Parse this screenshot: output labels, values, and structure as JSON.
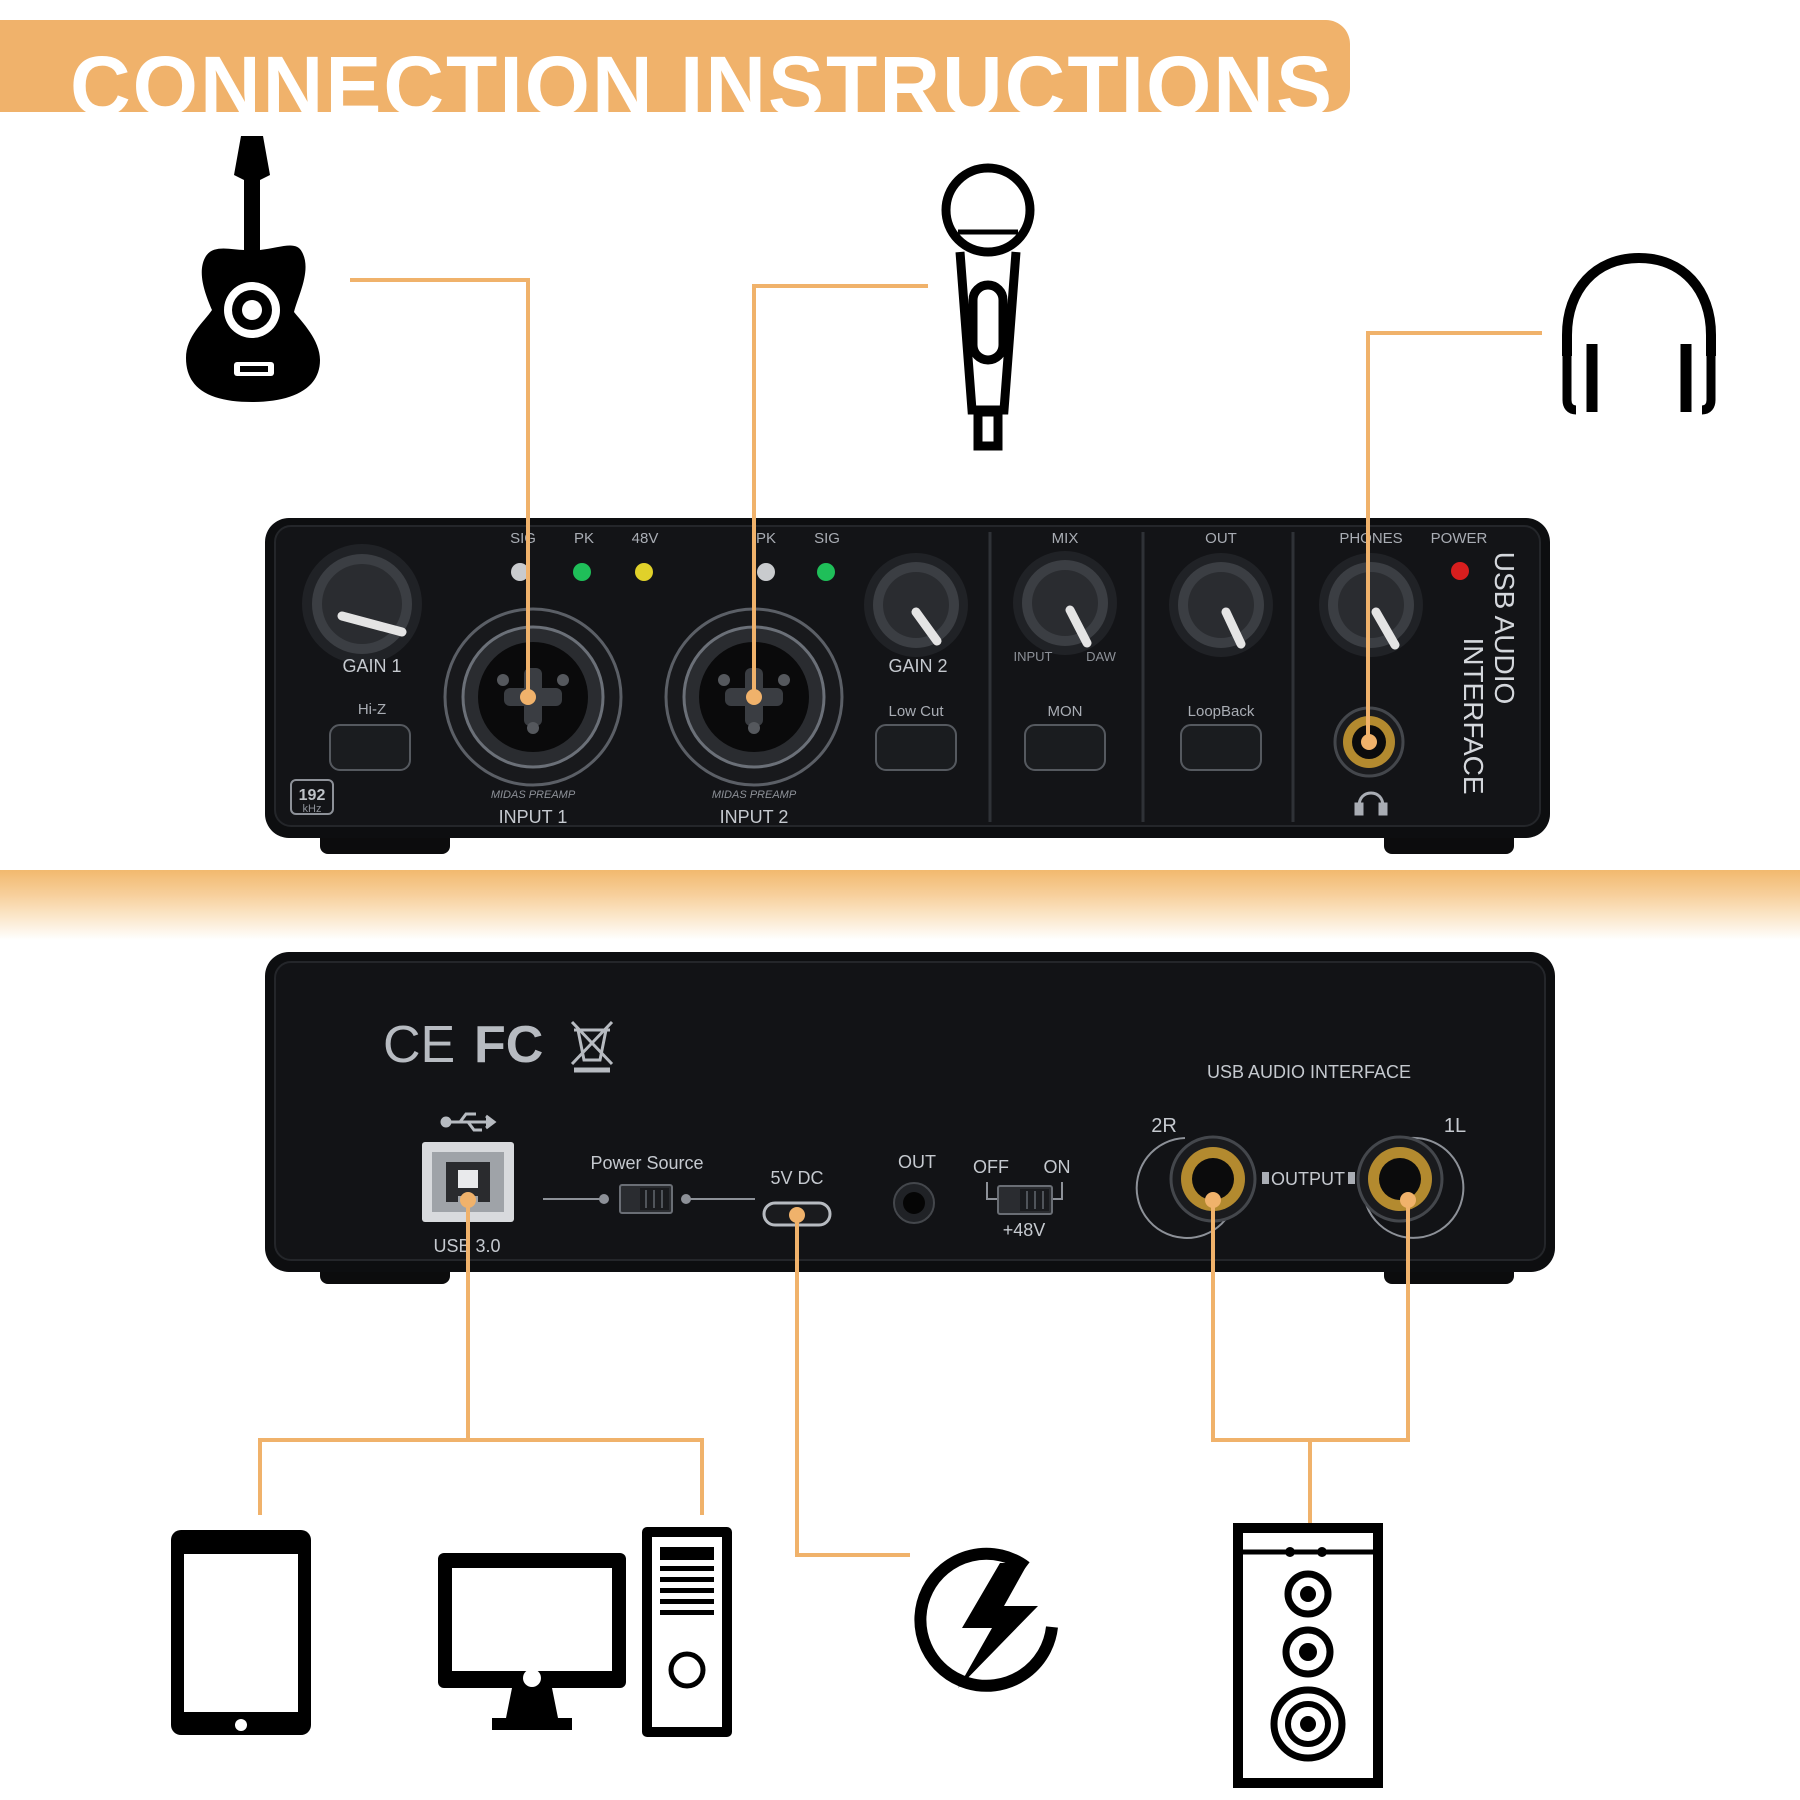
{
  "banner": {
    "title": "CONNECTION INSTRUCTIONS"
  },
  "colors": {
    "accent": "#f0b26b",
    "device": "#121315",
    "icon": "#000000",
    "label": "#a9adb4"
  },
  "icons": {
    "top": [
      "guitar-icon",
      "microphone-icon",
      "headphones-icon"
    ],
    "bottom": [
      "tablet-icon",
      "desktop-computer-icon",
      "power-icon",
      "speaker-icon"
    ]
  },
  "front_panel": {
    "gain1": "GAIN 1",
    "hiz": "Hi-Z",
    "rate_value": "192",
    "rate_unit": "kHz",
    "ch1_sig": "SIG",
    "ch1_pk": "PK",
    "ch1_48v": "48V",
    "ch2_pk": "PK",
    "ch2_sig": "SIG",
    "preamp1": "MIDAS PREAMP",
    "preamp2": "MIDAS PREAMP",
    "input1": "INPUT 1",
    "input2": "INPUT 2",
    "gain2": "GAIN 2",
    "lowcut": "Low Cut",
    "mix": "MIX",
    "mix_input": "INPUT",
    "mix_daw": "DAW",
    "mon": "MON",
    "out": "OUT",
    "loopback": "LoopBack",
    "phones": "PHONES",
    "power": "POWER",
    "side_line1": "USB AUDIO",
    "side_line2": "INTERFACE"
  },
  "rear_panel": {
    "ce_mark": "CE",
    "fc_mark": "FC",
    "usb_label": "USB 3.0",
    "power_source": "Power Source",
    "dc_label": "5V DC",
    "out_label": "OUT",
    "off_label": "OFF",
    "on_label": "ON",
    "phantom": "+48V",
    "title": "USB AUDIO INTERFACE",
    "ch_r": "2R",
    "ch_l": "1L",
    "output": "OUTPUT"
  }
}
